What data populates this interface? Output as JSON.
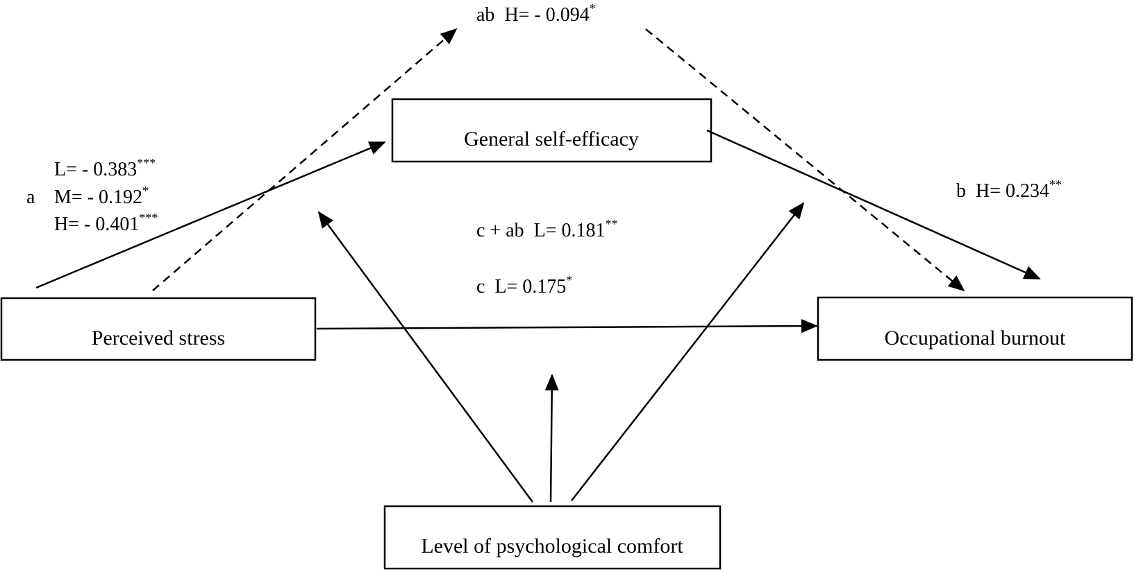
{
  "nodes": {
    "mediator": {
      "label": "General self-efficacy"
    },
    "predictor": {
      "label": "Perceived stress"
    },
    "outcome": {
      "label": "Occupational burnout"
    },
    "moderator": {
      "label": "Level of psychological comfort"
    }
  },
  "paths": {
    "indirect": {
      "prefix": "ab",
      "value": "H= - 0.094",
      "sig": "*"
    },
    "a": {
      "prefix": "a",
      "low": {
        "value": "L= - 0.383",
        "sig": "***"
      },
      "mid": {
        "value": "M= - 0.192",
        "sig": "*"
      },
      "high": {
        "value": "H= - 0.401",
        "sig": "***"
      }
    },
    "b": {
      "prefix": "b",
      "value": "H= 0.234",
      "sig": "**"
    },
    "total": {
      "prefix": "c + ab",
      "value": "L= 0.181",
      "sig": "**"
    },
    "direct": {
      "prefix": "c",
      "value": "L= 0.175",
      "sig": "*"
    }
  },
  "colors": {
    "stroke": "#000000",
    "background": "#ffffff"
  }
}
